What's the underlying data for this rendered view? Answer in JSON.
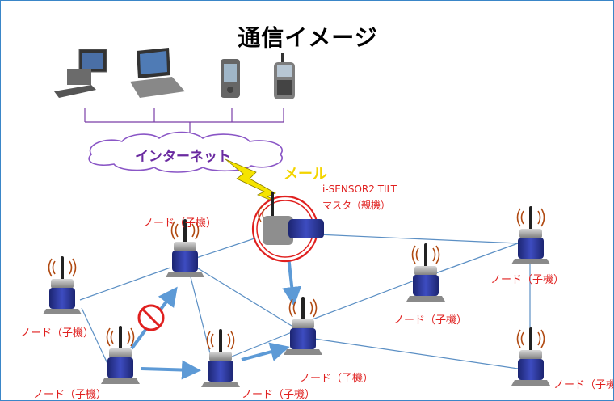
{
  "title": "通信イメージ",
  "cloud_label": "インターネット",
  "mail_label": "メール",
  "master_label_line1": "i-SENSOR2 TILT",
  "master_label_line2": "マスタ（親機）",
  "node_label": "ノード（子機）",
  "node_label_cut": "ノード（子機",
  "colors": {
    "frame": "#3a86c8",
    "line": "#5b8fc4",
    "arrow": "#5d9ad6",
    "label": "#e0201f",
    "cloud_text": "#6a2aa0",
    "cloud_stroke": "#8a56c6",
    "bolt": "#f5e400",
    "node_body": "#2f3a9e",
    "antenna_wave": "#b04a12"
  },
  "icons": [
    "desktop-pc-icon",
    "laptop-icon",
    "pda-icon",
    "mobile-phone-icon"
  ]
}
